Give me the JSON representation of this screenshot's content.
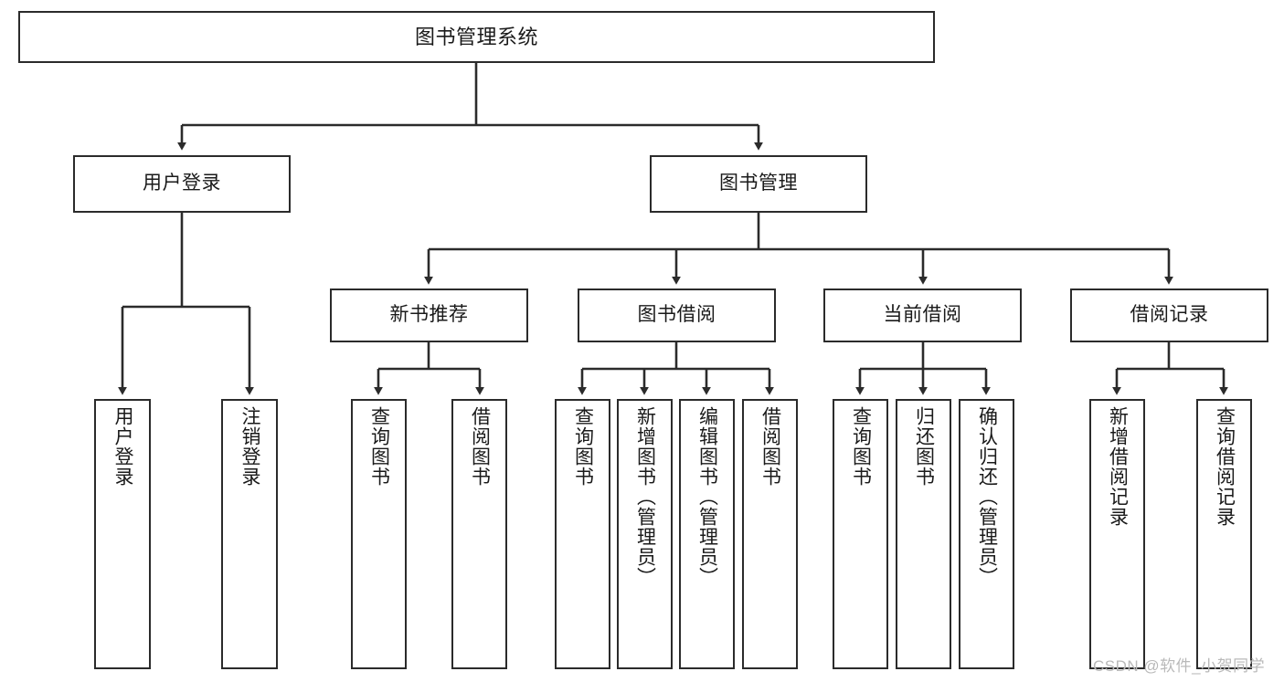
{
  "diagram": {
    "title": "图书管理系统",
    "type": "tree",
    "root": {
      "label": "图书管理系统"
    },
    "level2": [
      {
        "label": "用户登录"
      },
      {
        "label": "图书管理"
      }
    ],
    "level3": [
      {
        "label": "新书推荐"
      },
      {
        "label": "图书借阅"
      },
      {
        "label": "当前借阅"
      },
      {
        "label": "借阅记录"
      }
    ],
    "leaves": {
      "user_login": [
        {
          "label": "用户登录"
        },
        {
          "label": "注销登录"
        }
      ],
      "new_book_recommend": [
        {
          "label": "查询图书"
        },
        {
          "label": "借阅图书"
        }
      ],
      "book_borrow": [
        {
          "label": "查询图书"
        },
        {
          "label": "新增图书（管理员）"
        },
        {
          "label": "编辑图书（管理员）"
        },
        {
          "label": "借阅图书"
        }
      ],
      "current_borrow": [
        {
          "label": "查询图书"
        },
        {
          "label": "归还图书"
        },
        {
          "label": "确认归还（管理员）"
        }
      ],
      "borrow_record": [
        {
          "label": "新增借阅记录"
        },
        {
          "label": "查询借阅记录"
        }
      ]
    }
  },
  "watermark": {
    "text": "CSDN @软件_小贺同学"
  },
  "colors": {
    "stroke": "#2b2b2b",
    "box_fill": "#ffffff",
    "text": "#1a1a1a",
    "watermark": "#b9b9b9",
    "background": "#ffffff"
  }
}
